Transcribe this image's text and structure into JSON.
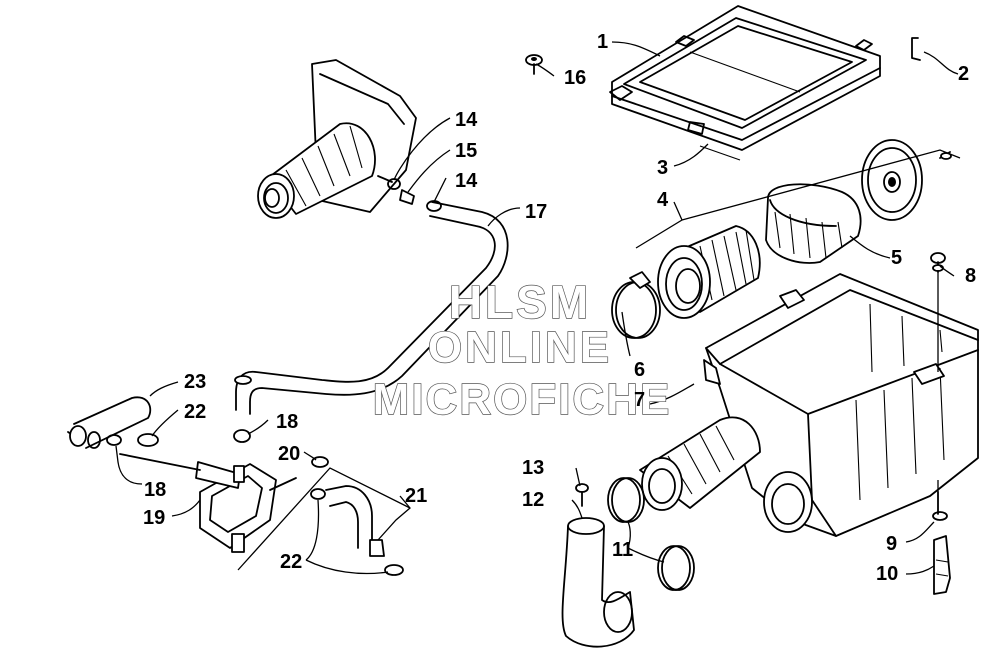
{
  "watermark": {
    "line1": "HLSM",
    "line2": "ONLINE",
    "line3": "MICROFICHE"
  },
  "callouts": [
    {
      "id": "c1",
      "text": "1"
    },
    {
      "id": "c2",
      "text": "2"
    },
    {
      "id": "c3",
      "text": "3"
    },
    {
      "id": "c4",
      "text": "4"
    },
    {
      "id": "c5",
      "text": "5"
    },
    {
      "id": "c6",
      "text": "6"
    },
    {
      "id": "c7",
      "text": "7"
    },
    {
      "id": "c8",
      "text": "8"
    },
    {
      "id": "c9",
      "text": "9"
    },
    {
      "id": "c10",
      "text": "10"
    },
    {
      "id": "c11",
      "text": "11"
    },
    {
      "id": "c12",
      "text": "12"
    },
    {
      "id": "c13",
      "text": "13"
    },
    {
      "id": "c14a",
      "text": "14"
    },
    {
      "id": "c14b",
      "text": "14"
    },
    {
      "id": "c15",
      "text": "15"
    },
    {
      "id": "c16",
      "text": "16"
    },
    {
      "id": "c17",
      "text": "17"
    },
    {
      "id": "c18a",
      "text": "18"
    },
    {
      "id": "c18b",
      "text": "18"
    },
    {
      "id": "c19",
      "text": "19"
    },
    {
      "id": "c20",
      "text": "20"
    },
    {
      "id": "c21",
      "text": "21"
    },
    {
      "id": "c22a",
      "text": "22"
    },
    {
      "id": "c22b",
      "text": "22"
    },
    {
      "id": "c23",
      "text": "23"
    }
  ]
}
